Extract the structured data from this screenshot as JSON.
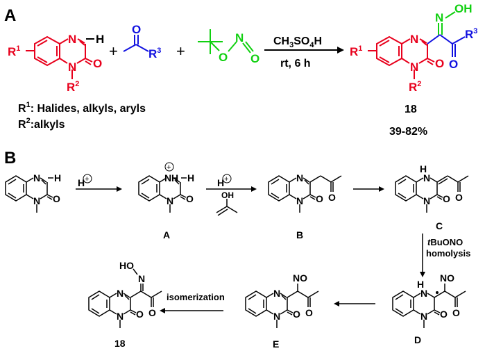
{
  "panel_a": {
    "label": "A",
    "colors": {
      "quinoxalinone": "#e8001c",
      "ketone": "#1010e0",
      "nitrite": "#10d010",
      "black": "#000000"
    },
    "reactant1": {
      "n_top": "N",
      "h": "H",
      "r1": "R",
      "r1_sup": "1",
      "n_bottom": "N",
      "r2": "R",
      "r2_sup": "2",
      "oxygen": "O"
    },
    "reactant2": {
      "oxygen": "O",
      "r3": "R",
      "r3_sup": "3"
    },
    "reactant3": {
      "o1": "O",
      "n": "N",
      "o2": "O"
    },
    "plus1": "+",
    "plus2": "+",
    "arrow": {
      "reagent_pre": "CH",
      "reagent_sub1": "3",
      "reagent_mid": "SO",
      "reagent_sub2": "4",
      "reagent_post": "H",
      "conditions": "rt, 6 h"
    },
    "product": {
      "oh": "OH",
      "n_oxime": "N",
      "n_top": "N",
      "r1": "R",
      "r1_sup": "1",
      "n_bottom": "N",
      "r2": "R",
      "r2_sup": "2",
      "oxygen": "O",
      "oxygen_ketone": "O",
      "r3": "R",
      "r3_sup": "3"
    },
    "footnote_r1_label": "R",
    "footnote_r1_sup": "1",
    "footnote_r1_text": ": Halides, alkyls, aryls",
    "footnote_r2_label": "R",
    "footnote_r2_sup": "2",
    "footnote_r2_text": ":alkyls",
    "compound_number": "18",
    "yield": "39-82%"
  },
  "panel_b": {
    "label": "B",
    "start": {
      "n_top": "N",
      "h": "H",
      "n_bottom": "N",
      "oxygen": "O"
    },
    "arrow1": {
      "reagent": "H",
      "charge": "+"
    },
    "int_a": {
      "nh": "N",
      "h_on_n": "H",
      "charge": "+",
      "h": "H",
      "n_bottom": "N",
      "oxygen": "O",
      "label": "A"
    },
    "arrow2": {
      "reagent": "H",
      "charge": "+",
      "enol_oh": "OH"
    },
    "int_b": {
      "n_top": "N",
      "n_bottom": "N",
      "oxygen": "O",
      "oxygen_ketone": "O",
      "label": "B"
    },
    "int_c": {
      "nh": "H",
      "n_top_letter": "N",
      "n_bottom": "N",
      "oxygen": "O",
      "oxygen_ketone": "O",
      "label": "C"
    },
    "arrow4": {
      "reagent_prefix": "t",
      "reagent": "BuONO",
      "process": "homolysis"
    },
    "int_d": {
      "nh": "H",
      "n_top_letter": "N",
      "n_bottom": "N",
      "oxygen": "O",
      "oxygen_ketone": "O",
      "no": "NO",
      "label": "D"
    },
    "int_e": {
      "n_top": "N",
      "n_bottom": "N",
      "oxygen": "O",
      "oxygen_ketone": "O",
      "no": "NO",
      "label": "E"
    },
    "arrow6": {
      "process": "isomerization"
    },
    "product": {
      "hon": "HO",
      "n_oxime": "N",
      "n_top": "N",
      "n_bottom": "N",
      "oxygen": "O",
      "oxygen_ketone": "O",
      "label": "18"
    }
  }
}
